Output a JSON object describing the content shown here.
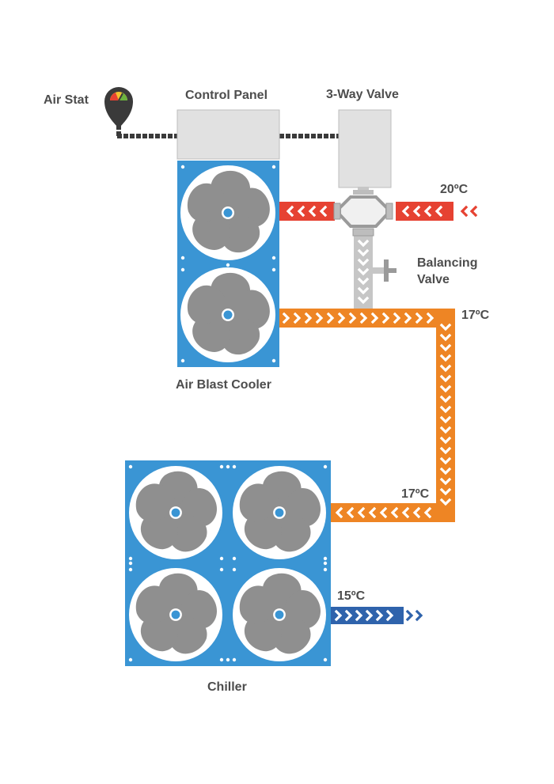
{
  "labels": {
    "air_stat": "Air Stat",
    "control_panel": "Control Panel",
    "three_way_valve": "3-Way Valve",
    "balancing_valve_line1": "Balancing",
    "balancing_valve_line2": "Valve",
    "air_blast_cooler": "Air Blast Cooler",
    "chiller": "Chiller"
  },
  "temperatures": {
    "inlet": "20ºC",
    "cooler_outlet": "17ºC",
    "chiller_inlet": "17ºC",
    "chiller_outlet": "15ºC"
  },
  "colors": {
    "fan_housing": "#3a95d4",
    "fan_blade": "#8f8f8f",
    "fan_hub": "#3a95d4",
    "hot_pipe": "#e64232",
    "warm_pipe": "#ee8524",
    "cold_pipe": "#2f63ac",
    "valve_grey": "#c6c6c6",
    "panel_grey": "#e1e1e1",
    "cable": "#3a3a3a"
  },
  "icons": {
    "fan": "fan-icon",
    "air_stat": "thermostat-icon",
    "valve": "valve-icon",
    "chevron": "chevron-icon"
  }
}
